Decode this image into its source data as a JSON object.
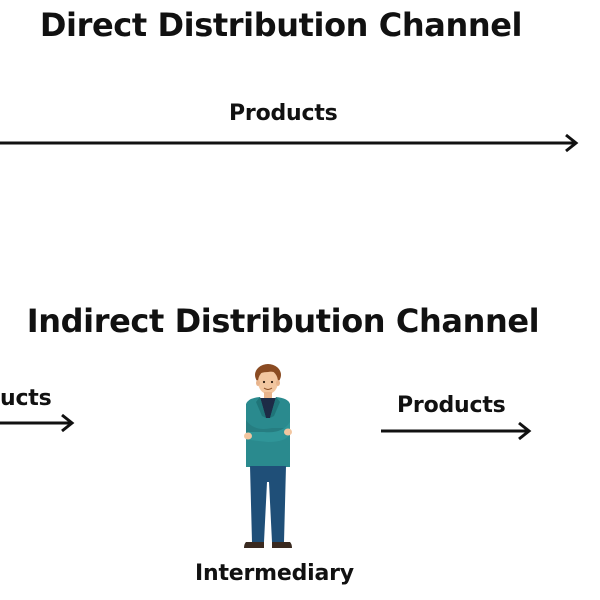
{
  "direct": {
    "title": "Direct Distribution Channel",
    "arrow_label": "Products"
  },
  "indirect": {
    "title": "Indirect Distribution Channel",
    "left_arrow_label": "ucts",
    "right_arrow_label": "Products",
    "intermediary_label": "Intermediary",
    "intermediary_icon": "businessman-icon"
  },
  "colors": {
    "text": "#111111",
    "jacket": "#2a8a8e",
    "trousers": "#1f4f78",
    "hair": "#8a4b22",
    "skin": "#f2c6a0",
    "shirt": "#1d2b46",
    "shoes": "#3a2a20"
  }
}
